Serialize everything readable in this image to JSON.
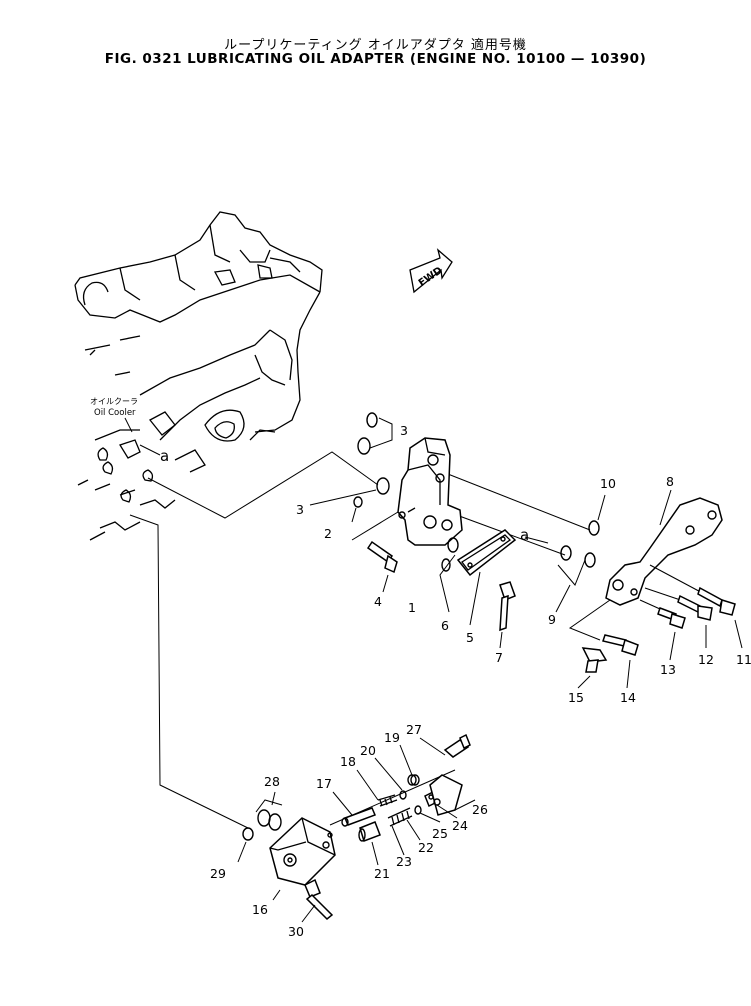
{
  "header": {
    "title_jp": "ループリケーティング オイルアダプタ 適用号機",
    "title_en": "FIG. 0321  LUBRICATING OIL ADAPTER (ENGINE NO. 10100 — 10390)"
  },
  "engine": {
    "label_jp": "オイルクーラ",
    "label_en": "Oil Cooler",
    "marker": "a"
  },
  "fwd_label": "FWD",
  "connection_marker": "a",
  "callouts": [
    "1",
    "2",
    "3",
    "3",
    "4",
    "5",
    "6",
    "7",
    "8",
    "9",
    "10",
    "11",
    "12",
    "13",
    "14",
    "15",
    "16",
    "17",
    "18",
    "19",
    "20",
    "21",
    "22",
    "23",
    "24",
    "25",
    "26",
    "27",
    "28",
    "29",
    "30"
  ]
}
